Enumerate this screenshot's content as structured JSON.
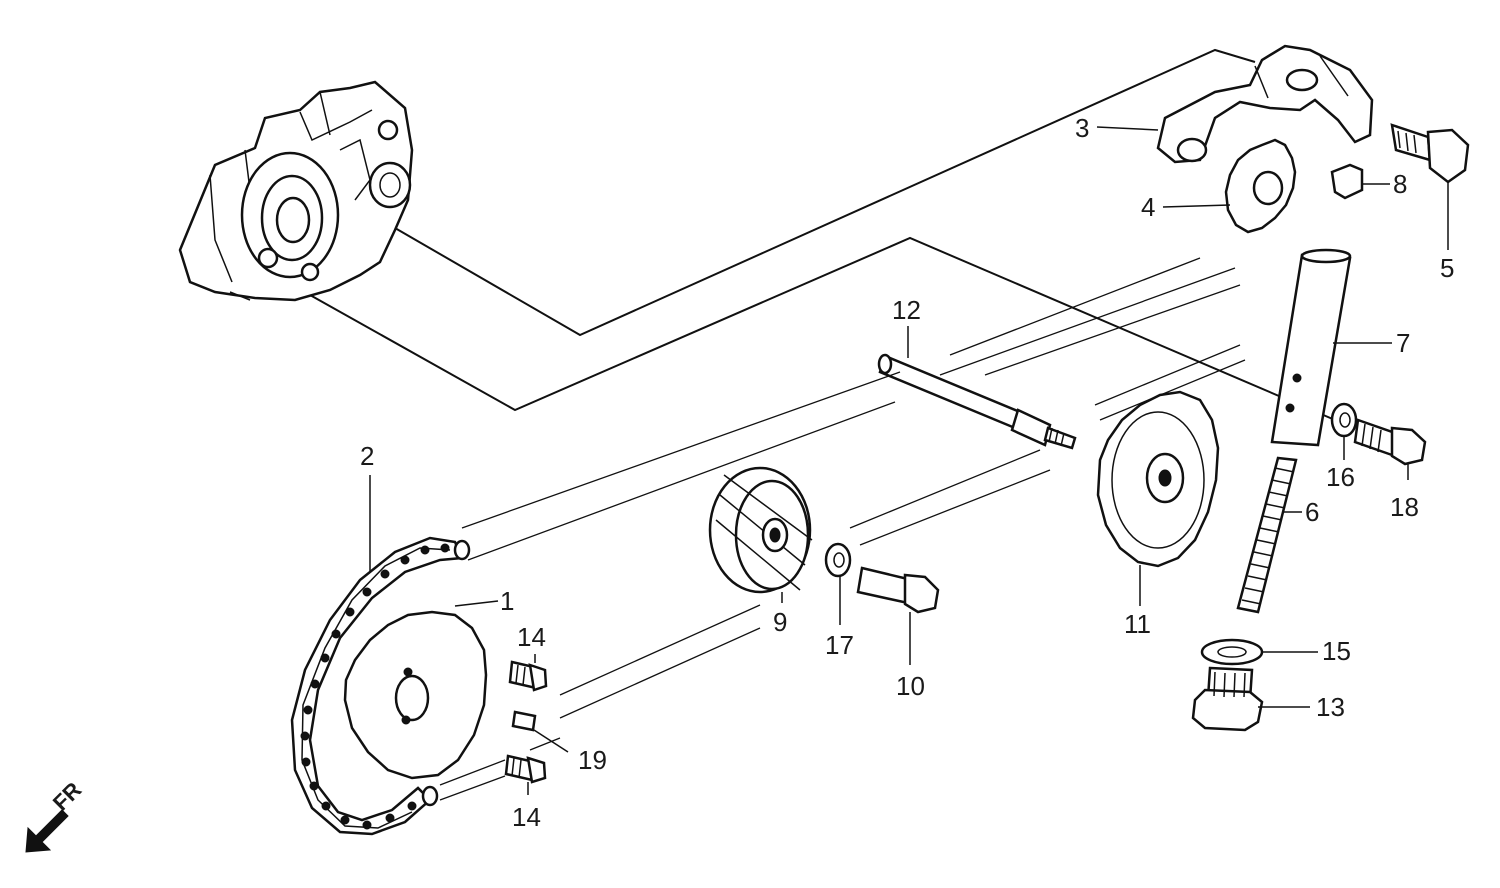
{
  "labels": {
    "p1": "1",
    "p2": "2",
    "p3": "3",
    "p4": "4",
    "p5": "5",
    "p6": "6",
    "p7": "7",
    "p8": "8",
    "p9": "9",
    "p10": "10",
    "p11": "11",
    "p12": "12",
    "p13": "13",
    "p14a": "14",
    "p14b": "14",
    "p15": "15",
    "p16": "16",
    "p17": "17",
    "p18": "18",
    "p19": "19"
  },
  "direction": "FR",
  "colors": {
    "ink": "#111111",
    "background": "#ffffff"
  }
}
